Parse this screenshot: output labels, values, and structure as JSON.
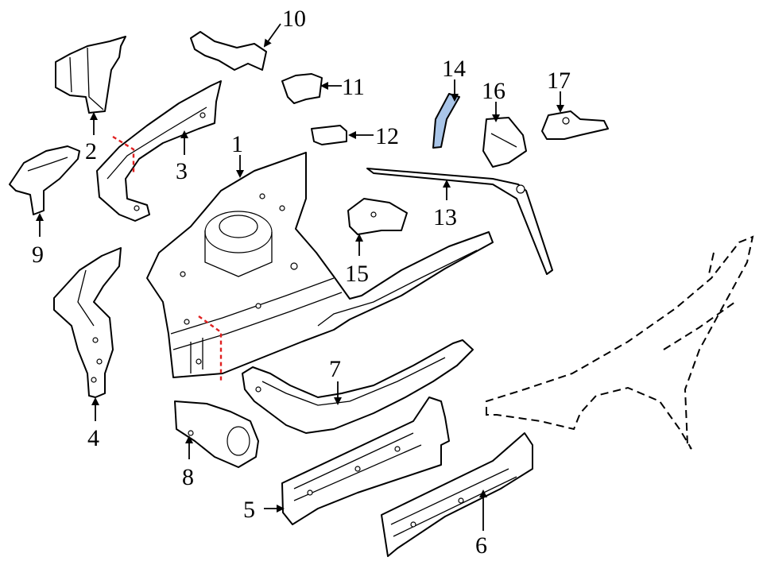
{
  "diagram": {
    "colors": {
      "line": "#000000",
      "background": "#ffffff",
      "highlight_part": "#a9c5e8",
      "cut_line": "#e02020"
    },
    "callouts": [
      {
        "id": "1",
        "label": "1"
      },
      {
        "id": "2",
        "label": "2"
      },
      {
        "id": "3",
        "label": "3"
      },
      {
        "id": "4",
        "label": "4"
      },
      {
        "id": "5",
        "label": "5"
      },
      {
        "id": "6",
        "label": "6"
      },
      {
        "id": "7",
        "label": "7"
      },
      {
        "id": "8",
        "label": "8"
      },
      {
        "id": "9",
        "label": "9"
      },
      {
        "id": "10",
        "label": "10"
      },
      {
        "id": "11",
        "label": "11"
      },
      {
        "id": "12",
        "label": "12"
      },
      {
        "id": "13",
        "label": "13"
      },
      {
        "id": "14",
        "label": "14"
      },
      {
        "id": "15",
        "label": "15"
      },
      {
        "id": "16",
        "label": "16"
      },
      {
        "id": "17",
        "label": "17"
      }
    ]
  }
}
